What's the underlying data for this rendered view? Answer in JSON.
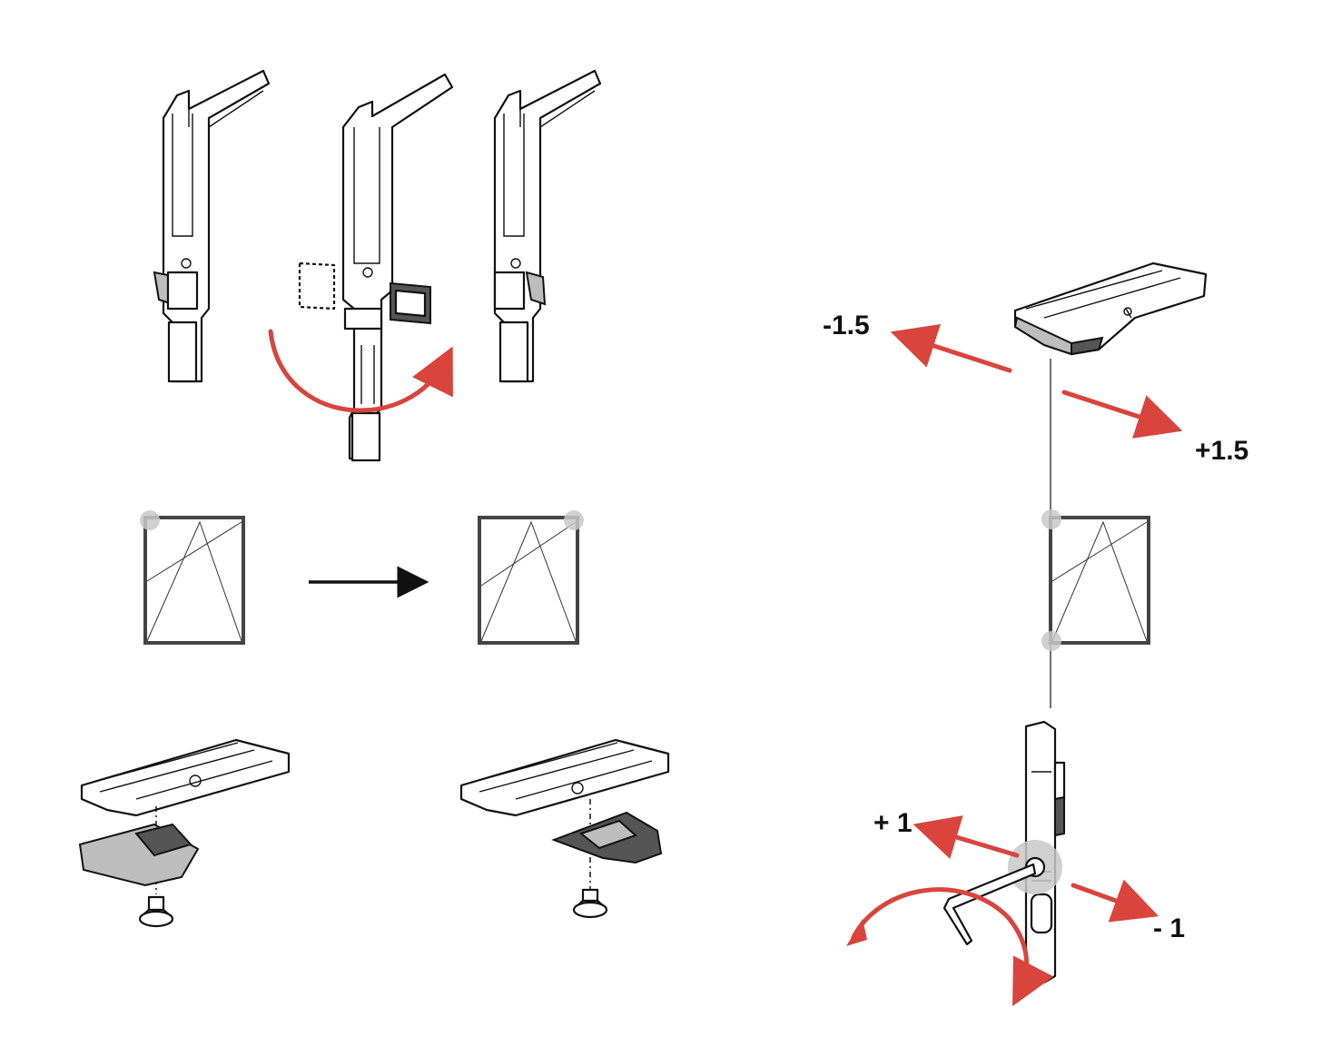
{
  "labels": {
    "minus_1_5": "-1.5",
    "plus_1_5": "+1.5",
    "plus_1": "+ 1",
    "minus_1": "- 1"
  },
  "colors": {
    "arrow_red": "#d9443d",
    "frame_grey": "#444444",
    "hinge_marker": "#c8c8c8"
  },
  "icons": [
    "hinge-bracket-illustration",
    "window-frame-icon",
    "transition-arrow-icon",
    "allen-key-icon",
    "rotation-arrow-icon",
    "screw-icon"
  ]
}
